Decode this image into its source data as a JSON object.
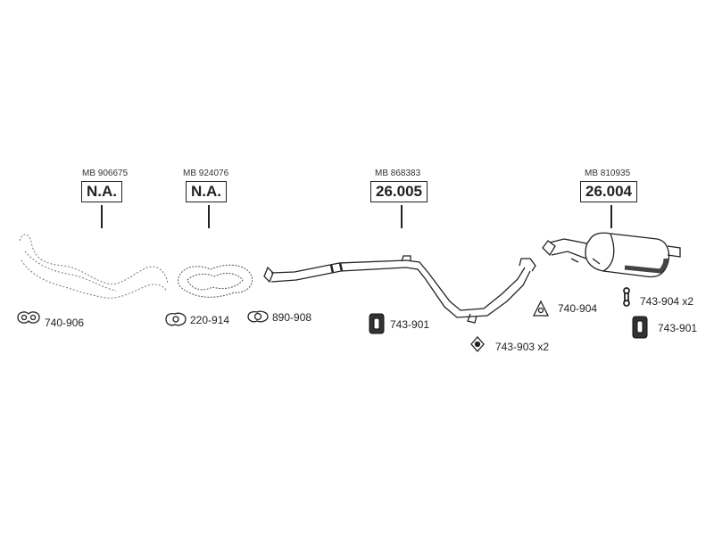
{
  "parts": [
    {
      "ref": "MB 906675",
      "number": "N.A."
    },
    {
      "ref": "MB 924076",
      "number": "N.A."
    },
    {
      "ref": "MB 868383",
      "number": "26.005"
    },
    {
      "ref": "MB 810935",
      "number": "26.004"
    }
  ],
  "accessories": [
    {
      "label": "740-906",
      "icon": "gasket-icon"
    },
    {
      "label": "220-914",
      "icon": "flange-gasket-icon"
    },
    {
      "label": "890-908",
      "icon": "ring-gasket-icon"
    },
    {
      "label": "743-901",
      "icon": "rubber-hanger-icon"
    },
    {
      "label": "743-903 x2",
      "icon": "mount-icon"
    },
    {
      "label": "740-904",
      "icon": "triangle-gasket-icon"
    },
    {
      "label": "743-904 x2",
      "icon": "hanger-link-icon"
    },
    {
      "label": "743-901",
      "icon": "rubber-hanger-icon"
    }
  ]
}
